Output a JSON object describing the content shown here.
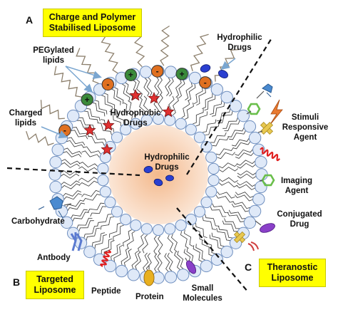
{
  "panels": {
    "a": {
      "letter": "A",
      "line1": "Charge and Polymer",
      "line2": "Stabilised Liposome"
    },
    "b": {
      "letter": "B",
      "line1": "Targeted",
      "line2": "Liposome"
    },
    "c": {
      "letter": "C",
      "line1": "Theranostic",
      "line2": "Liposome"
    }
  },
  "labels": {
    "pegylated_1": "PEGylated",
    "pegylated_2": "lipids",
    "charged_1": "Charged",
    "charged_2": "lipids",
    "hydrophobic_1": "Hydrophobic",
    "hydrophobic_2": "Drugs",
    "hydrophilic_top_1": "Hydrophilic",
    "hydrophilic_top_2": "Drugs",
    "hydrophilic_core_1": "Hydrophilic",
    "hydrophilic_core_2": "Drugs",
    "stimuli_1": "Stimuli",
    "stimuli_2": "Responsive",
    "stimuli_3": "Agent",
    "imaging_1": "Imaging",
    "imaging_2": "Agent",
    "conjugated_1": "Conjugated",
    "conjugated_2": "Drug",
    "carbohydrate": "Carbohydrate",
    "antibody": "Antbody",
    "peptide": "Peptide",
    "protein": "Protein",
    "small_1": "Small",
    "small_2": "Molecules"
  },
  "charges": [
    "+",
    "-",
    "+",
    "-",
    "+",
    "-",
    "-"
  ],
  "colors": {
    "lipid_head_fill": "#dfe9f8",
    "lipid_head_stroke": "#6f8fbf",
    "core_center": "#f6c7a0",
    "core_edge": "#fbe8da",
    "peg": "#8c7f6c",
    "arrow": "#7aa6d0",
    "panel_box": "#ffff00",
    "drug_hydrophilic": "#2a3fd0",
    "drug_hydrophobic": "#e03030",
    "charge_plus": "#3a8a3a",
    "charge_minus": "#e07020",
    "helix": "#e02020",
    "protein": "#e8b020",
    "small_molecule": "#8a40c8",
    "carbohydrate": "#4a8ad0",
    "imaging_hex": "#6abf4b",
    "cross": "#e8c850",
    "bolt": "#e87a30"
  }
}
